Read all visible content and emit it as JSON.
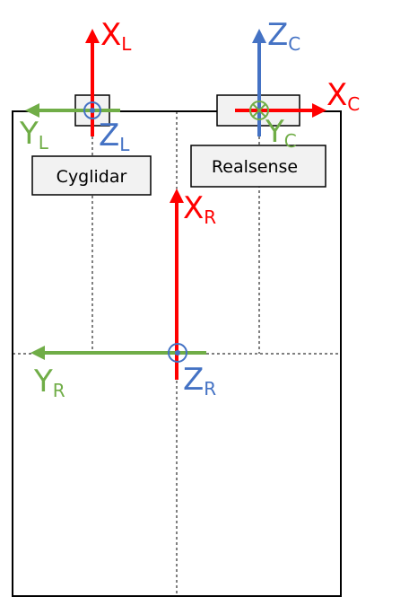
{
  "colors": {
    "x_axis": "#ff0000",
    "y_axis": "#70ad47",
    "z_axis": "#4472c4",
    "box_fill": "#f2f2f2",
    "outline": "#000000"
  },
  "boxes": {
    "lidar": "Cyglidar",
    "camera": "Realsense"
  },
  "frames": {
    "lidar": {
      "x": {
        "letter": "X",
        "sub": "L"
      },
      "y": {
        "letter": "Y",
        "sub": "L"
      },
      "z": {
        "letter": "Z",
        "sub": "L"
      }
    },
    "camera": {
      "x": {
        "letter": "X",
        "sub": "C"
      },
      "y": {
        "letter": "Y",
        "sub": "C"
      },
      "z": {
        "letter": "Z",
        "sub": "C"
      }
    },
    "robot": {
      "x": {
        "letter": "X",
        "sub": "R"
      },
      "y": {
        "letter": "Y",
        "sub": "R"
      },
      "z": {
        "letter": "Z",
        "sub": "R"
      }
    }
  }
}
